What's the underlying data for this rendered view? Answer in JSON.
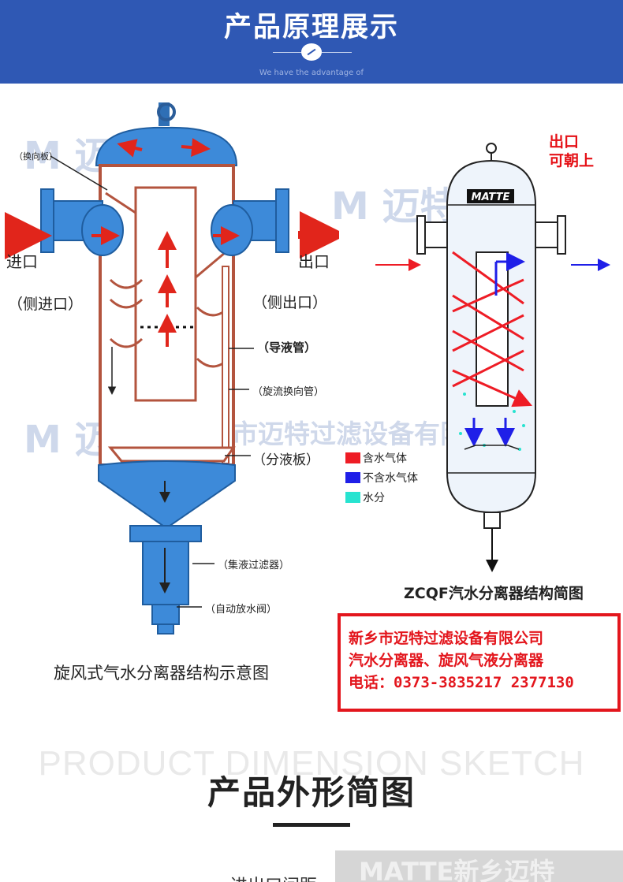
{
  "header": {
    "title": "产品原理展示",
    "subtitle": "We have the advantage of"
  },
  "left_diagram": {
    "labels": {
      "huanxiangban": "（换向板）",
      "inlet": "进口",
      "side_inlet": "（侧进口）",
      "outlet": "出口",
      "side_outlet": "（侧出口）",
      "daoyeguan": "（导液管）",
      "xuanliu": "（旋流换向管）",
      "fenyeban": "（分液板）",
      "jiye": "（集液过滤器）",
      "zidong": "（自动放水阀）"
    },
    "caption": "旋风式气水分离器结构示意图"
  },
  "right_diagram": {
    "outlet_note_line1": "出口",
    "outlet_note_line2": "可朝上",
    "brand": "MATTE",
    "caption": "ZCQF汽水分离器结构简图",
    "legend": [
      {
        "label": "含水气体",
        "color": "#ee1c25"
      },
      {
        "label": "不含水气体",
        "color": "#1f1fe8"
      },
      {
        "label": "水分",
        "color": "#27e3d0"
      }
    ]
  },
  "watermark": {
    "brand_cn": "迈特",
    "company_partial": "新乡市迈特过滤设备有限公司",
    "bottom": "MATTE新乡迈特"
  },
  "company_box": {
    "line1": "新乡市迈特过滤设备有限公司",
    "line2": "汽水分离器、旋风气液分离器",
    "line3": "电话：0373-3835217 2377130"
  },
  "section2": {
    "bg_text": "PRODUCT DIMENSION SKETCH",
    "title": "产品外形简图"
  },
  "bottom_partial": "进出口间距"
}
